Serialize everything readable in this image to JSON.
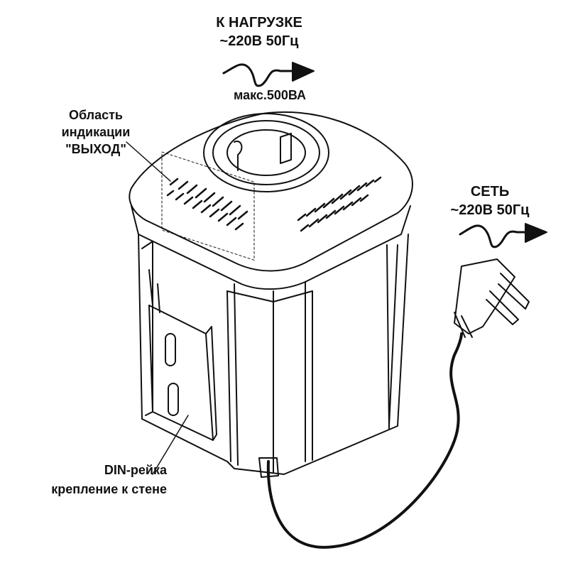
{
  "load": {
    "title": "К НАГРУЗКЕ",
    "spec": "~220В 50Гц",
    "max": "макс.500ВА"
  },
  "indication": {
    "line1": "Область",
    "line2": "индикации",
    "line3": "\"ВЫХОД\""
  },
  "mains": {
    "title": "СЕТЬ",
    "spec": "~220В 50Гц"
  },
  "din": {
    "line1": "DIN-рейка",
    "line2": "крепление к стене"
  }
}
